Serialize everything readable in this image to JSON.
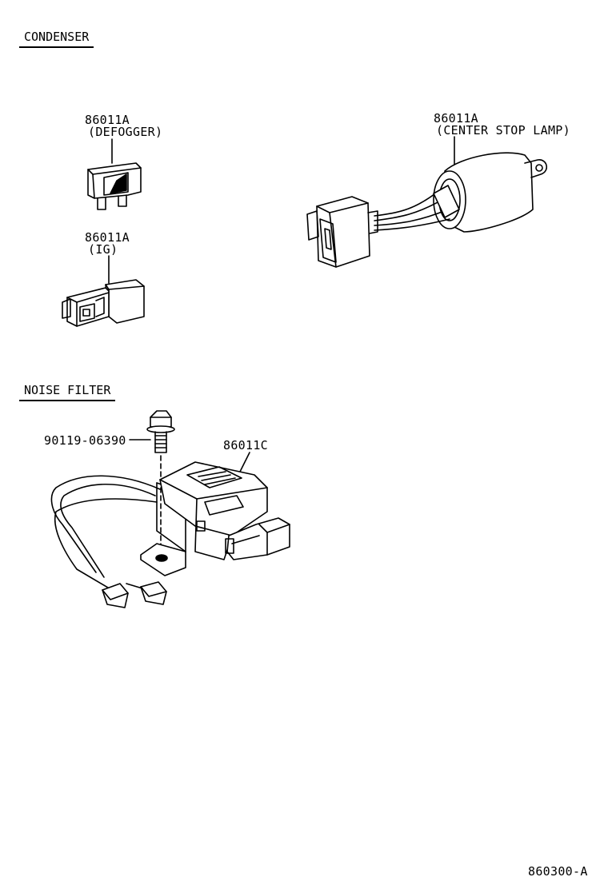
{
  "sections": {
    "condenser": "CONDENSER",
    "noise_filter": "NOISE FILTER"
  },
  "parts": {
    "defogger": {
      "number": "86011A",
      "note": "(DEFOGGER)"
    },
    "ig": {
      "number": "86011A",
      "note": "(IG)"
    },
    "center_stop_lamp": {
      "number": "86011A",
      "note": "(CENTER STOP LAMP)"
    },
    "noise_filter": {
      "number": "86011C"
    },
    "bolt": {
      "number": "90119-06390"
    }
  },
  "diagram_code": "860300-A"
}
